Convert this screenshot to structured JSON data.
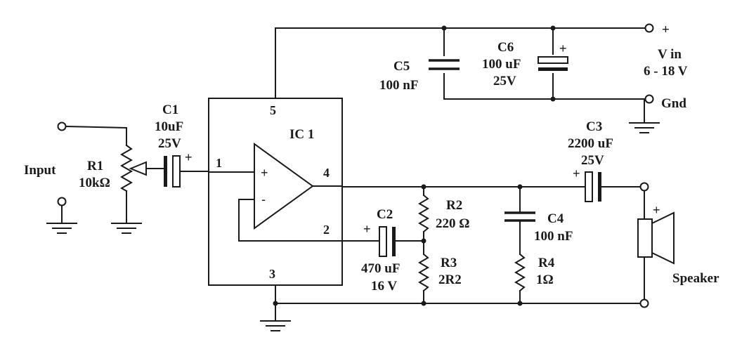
{
  "ic": {
    "name": "IC 1",
    "pin_1": "1",
    "pin_2": "2",
    "pin_3": "3",
    "pin_4": "4",
    "pin_5": "5",
    "plus": "+",
    "minus": "-"
  },
  "input": {
    "label": "Input"
  },
  "r1": {
    "name": "R1",
    "value": "10kΩ"
  },
  "c1": {
    "name": "C1",
    "value": "10uF",
    "voltage": "25V",
    "polarity": "+"
  },
  "c2": {
    "name": "C2",
    "value": "470 uF",
    "voltage": "16 V",
    "polarity": "+"
  },
  "r2": {
    "name": "R2",
    "value": "220 Ω"
  },
  "r3": {
    "name": "R3",
    "value": "2R2"
  },
  "c4": {
    "name": "C4",
    "value": "100 nF"
  },
  "r4": {
    "name": "R4",
    "value": "1Ω"
  },
  "c3": {
    "name": "C3",
    "value": "2200 uF",
    "voltage": "25V",
    "polarity": "+"
  },
  "c5": {
    "name": "C5",
    "value": "100 nF"
  },
  "c6": {
    "name": "C6",
    "value": "100 uF",
    "voltage": "25V",
    "polarity": "+"
  },
  "supply": {
    "plus": "+",
    "label": "V in",
    "range": "6 - 18 V",
    "gnd": "Gnd"
  },
  "speaker": {
    "label": "Speaker",
    "polarity": "+"
  }
}
